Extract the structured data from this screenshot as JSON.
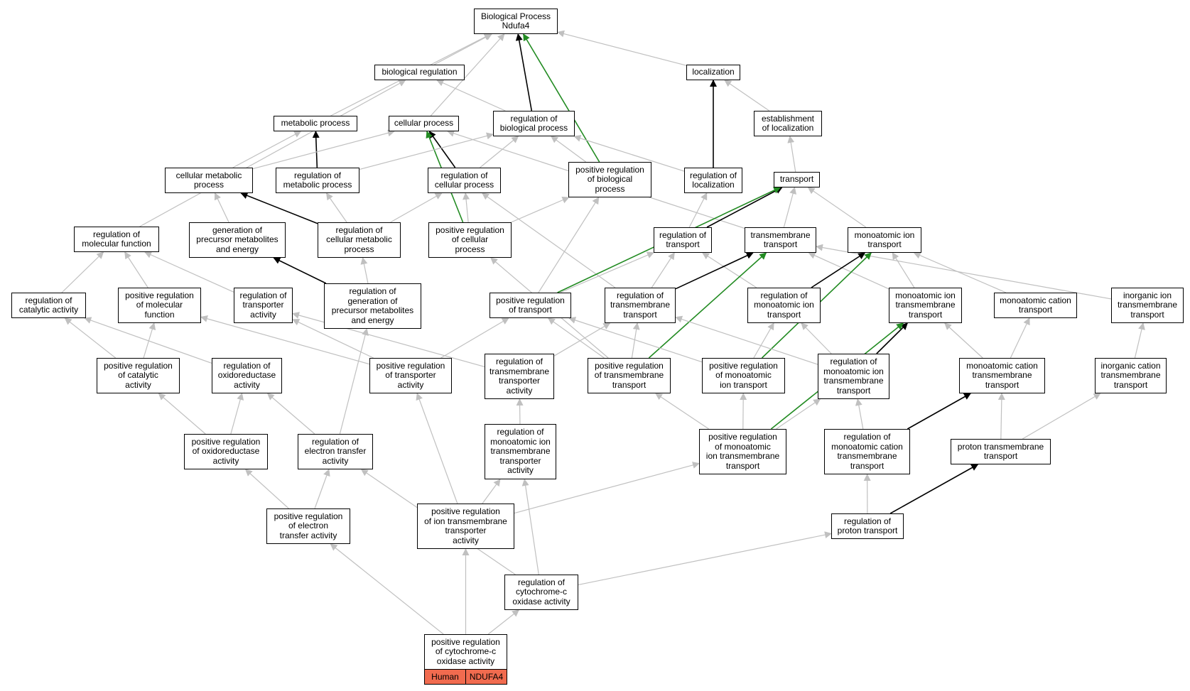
{
  "diagram": {
    "colors": {
      "edge_gray": "#c0c0c0",
      "edge_black": "#000000",
      "edge_green": "#228b22",
      "tag_fill": "#f16b4f"
    },
    "nodes": [
      {
        "id": "bp",
        "label": "Biological Process\nNdufa4"
      },
      {
        "id": "biolreg",
        "label": "biological regulation"
      },
      {
        "id": "localization",
        "label": "localization"
      },
      {
        "id": "metabolic",
        "label": "metabolic process"
      },
      {
        "id": "cellular",
        "label": "cellular process"
      },
      {
        "id": "regbio",
        "label": "regulation of\nbiological process"
      },
      {
        "id": "estloc",
        "label": "establishment\nof localization"
      },
      {
        "id": "cellmet",
        "label": "cellular metabolic\nprocess"
      },
      {
        "id": "regmet",
        "label": "regulation of\nmetabolic process"
      },
      {
        "id": "regcell",
        "label": "regulation of\ncellular process"
      },
      {
        "id": "posregbio",
        "label": "positive regulation\nof biological\nprocess"
      },
      {
        "id": "regloc",
        "label": "regulation of\nlocalization"
      },
      {
        "id": "transport",
        "label": "transport"
      },
      {
        "id": "regmolfn",
        "label": "regulation of\nmolecular function"
      },
      {
        "id": "genprec",
        "label": "generation of\nprecursor metabolites\nand energy"
      },
      {
        "id": "regcellmet",
        "label": "regulation of\ncellular metabolic\nprocess"
      },
      {
        "id": "posregcell",
        "label": "positive regulation\nof cellular\nprocess"
      },
      {
        "id": "regtransport",
        "label": "regulation of\ntransport"
      },
      {
        "id": "tmtransport",
        "label": "transmembrane\ntransport"
      },
      {
        "id": "moniontr",
        "label": "monoatomic ion\ntransport"
      },
      {
        "id": "regcat",
        "label": "regulation of\ncatalytic activity"
      },
      {
        "id": "posregmolfn",
        "label": "positive regulation\nof molecular\nfunction"
      },
      {
        "id": "regtrnact",
        "label": "regulation of\ntransporter\nactivity"
      },
      {
        "id": "reggenprec",
        "label": "regulation of\ngeneration of\nprecursor metabolites\nand energy"
      },
      {
        "id": "posregtr",
        "label": "positive regulation\nof transport"
      },
      {
        "id": "regtmtr",
        "label": "regulation of\ntransmembrane\ntransport"
      },
      {
        "id": "regmoniontr",
        "label": "regulation of\nmonoatomic ion\ntransport"
      },
      {
        "id": "moniontmtr",
        "label": "monoatomic ion\ntransmembrane\ntransport"
      },
      {
        "id": "moncattr",
        "label": "monoatomic cation\ntransport"
      },
      {
        "id": "inorgiontmtr",
        "label": "inorganic ion\ntransmembrane\ntransport"
      },
      {
        "id": "posregcat",
        "label": "positive regulation\nof catalytic\nactivity"
      },
      {
        "id": "regoxred",
        "label": "regulation of\noxidoreductase\nactivity"
      },
      {
        "id": "posregtrnact",
        "label": "positive regulation\nof transporter\nactivity"
      },
      {
        "id": "regtmtrnact",
        "label": "regulation of\ntransmembrane\ntransporter\nactivity"
      },
      {
        "id": "posregtmtr",
        "label": "positive regulation\nof transmembrane\ntransport"
      },
      {
        "id": "posregmoniontr",
        "label": "positive regulation\nof monoatomic\nion transport"
      },
      {
        "id": "regmoniontmtr",
        "label": "regulation of\nmonoatomic ion\ntransmembrane\ntransport"
      },
      {
        "id": "moncattmtr",
        "label": "monoatomic cation\ntransmembrane\ntransport"
      },
      {
        "id": "inorgcattmtr",
        "label": "inorganic cation\ntransmembrane\ntransport"
      },
      {
        "id": "posregoxred",
        "label": "positive regulation\nof oxidoreductase\nactivity"
      },
      {
        "id": "regelectr",
        "label": "regulation of\nelectron transfer\nactivity"
      },
      {
        "id": "regmontmtrnact",
        "label": "regulation of\nmonoatomic ion\ntransmembrane\ntransporter\nactivity"
      },
      {
        "id": "posregmoniontmtr",
        "label": "positive regulation\nof monoatomic\nion transmembrane\ntransport"
      },
      {
        "id": "regmoncattmtr",
        "label": "regulation of\nmonoatomic cation\ntransmembrane\ntransport"
      },
      {
        "id": "protontmtr",
        "label": "proton transmembrane\ntransport"
      },
      {
        "id": "posregelectr",
        "label": "positive regulation\nof electron\ntransfer activity"
      },
      {
        "id": "posregiontmtrnact",
        "label": "positive regulation\nof ion transmembrane\ntransporter\nactivity"
      },
      {
        "id": "regprotontr",
        "label": "regulation of\nproton transport"
      },
      {
        "id": "regcytc",
        "label": "regulation of\ncytochrome-c\noxidase activity"
      },
      {
        "id": "posregcytc",
        "label": "positive regulation\nof cytochrome-c\noxidase activity"
      }
    ],
    "tags": [
      {
        "node": "posregcytc",
        "species": "Human",
        "gene": "NDUFA4"
      }
    ],
    "edges": [
      {
        "from": "biolreg",
        "to": "bp",
        "color": "gray"
      },
      {
        "from": "localization",
        "to": "bp",
        "color": "gray"
      },
      {
        "from": "metabolic",
        "to": "bp",
        "color": "gray"
      },
      {
        "from": "cellular",
        "to": "bp",
        "color": "gray"
      },
      {
        "from": "regbio",
        "to": "bp",
        "color": "black"
      },
      {
        "from": "posregbio",
        "to": "bp",
        "color": "green"
      },
      {
        "from": "regbio",
        "to": "biolreg",
        "color": "gray"
      },
      {
        "from": "regmolfn",
        "to": "biolreg",
        "color": "gray"
      },
      {
        "from": "estloc",
        "to": "localization",
        "color": "gray"
      },
      {
        "from": "regloc",
        "to": "localization",
        "color": "black"
      },
      {
        "from": "regmet",
        "to": "metabolic",
        "color": "black"
      },
      {
        "from": "cellmet",
        "to": "metabolic",
        "color": "gray"
      },
      {
        "from": "cellmet",
        "to": "cellular",
        "color": "gray"
      },
      {
        "from": "regcell",
        "to": "cellular",
        "color": "black"
      },
      {
        "from": "posregcell",
        "to": "cellular",
        "color": "green"
      },
      {
        "from": "tmtransport",
        "to": "cellular",
        "color": "gray"
      },
      {
        "from": "regmet",
        "to": "regbio",
        "color": "gray"
      },
      {
        "from": "regcell",
        "to": "regbio",
        "color": "gray"
      },
      {
        "from": "posregbio",
        "to": "regbio",
        "color": "gray"
      },
      {
        "from": "regloc",
        "to": "regbio",
        "color": "gray"
      },
      {
        "from": "transport",
        "to": "estloc",
        "color": "gray"
      },
      {
        "from": "genprec",
        "to": "cellmet",
        "color": "gray"
      },
      {
        "from": "regcellmet",
        "to": "cellmet",
        "color": "black"
      },
      {
        "from": "regcellmet",
        "to": "regmet",
        "color": "gray"
      },
      {
        "from": "regcellmet",
        "to": "regcell",
        "color": "gray"
      },
      {
        "from": "posregcell",
        "to": "regcell",
        "color": "gray"
      },
      {
        "from": "regtmtr",
        "to": "regcell",
        "color": "gray"
      },
      {
        "from": "posregcell",
        "to": "posregbio",
        "color": "gray"
      },
      {
        "from": "posregtr",
        "to": "posregbio",
        "color": "gray"
      },
      {
        "from": "regtransport",
        "to": "regloc",
        "color": "gray"
      },
      {
        "from": "regtransport",
        "to": "transport",
        "color": "black"
      },
      {
        "from": "tmtransport",
        "to": "transport",
        "color": "gray"
      },
      {
        "from": "moniontr",
        "to": "transport",
        "color": "gray"
      },
      {
        "from": "posregtr",
        "to": "transport",
        "color": "green"
      },
      {
        "from": "regcat",
        "to": "regmolfn",
        "color": "gray"
      },
      {
        "from": "posregmolfn",
        "to": "regmolfn",
        "color": "gray"
      },
      {
        "from": "regtrnact",
        "to": "regmolfn",
        "color": "gray"
      },
      {
        "from": "reggenprec",
        "to": "genprec",
        "color": "black"
      },
      {
        "from": "reggenprec",
        "to": "regcellmet",
        "color": "gray"
      },
      {
        "from": "posregtmtr",
        "to": "posregcell",
        "color": "gray"
      },
      {
        "from": "posregtr",
        "to": "regtransport",
        "color": "gray"
      },
      {
        "from": "regtmtr",
        "to": "regtransport",
        "color": "gray"
      },
      {
        "from": "regmoniontr",
        "to": "regtransport",
        "color": "gray"
      },
      {
        "from": "regtmtr",
        "to": "tmtransport",
        "color": "black"
      },
      {
        "from": "moniontmtr",
        "to": "tmtransport",
        "color": "gray"
      },
      {
        "from": "inorgiontmtr",
        "to": "tmtransport",
        "color": "gray"
      },
      {
        "from": "posregtmtr",
        "to": "tmtransport",
        "color": "green"
      },
      {
        "from": "regmoniontr",
        "to": "moniontr",
        "color": "black"
      },
      {
        "from": "moniontmtr",
        "to": "moniontr",
        "color": "gray"
      },
      {
        "from": "moncattr",
        "to": "moniontr",
        "color": "gray"
      },
      {
        "from": "posregmoniontr",
        "to": "moniontr",
        "color": "green"
      },
      {
        "from": "posregcat",
        "to": "regcat",
        "color": "gray"
      },
      {
        "from": "regoxred",
        "to": "regcat",
        "color": "gray"
      },
      {
        "from": "posregcat",
        "to": "posregmolfn",
        "color": "gray"
      },
      {
        "from": "posregtrnact",
        "to": "posregmolfn",
        "color": "gray"
      },
      {
        "from": "posregtrnact",
        "to": "regtrnact",
        "color": "gray"
      },
      {
        "from": "regtmtrnact",
        "to": "regtrnact",
        "color": "gray"
      },
      {
        "from": "regelectr",
        "to": "reggenprec",
        "color": "gray"
      },
      {
        "from": "posregtrnact",
        "to": "posregtr",
        "color": "gray"
      },
      {
        "from": "posregtmtr",
        "to": "posregtr",
        "color": "gray"
      },
      {
        "from": "posregmoniontr",
        "to": "posregtr",
        "color": "gray"
      },
      {
        "from": "regtmtrnact",
        "to": "regtmtr",
        "color": "gray"
      },
      {
        "from": "posregtmtr",
        "to": "regtmtr",
        "color": "gray"
      },
      {
        "from": "regmoniontmtr",
        "to": "regtmtr",
        "color": "gray"
      },
      {
        "from": "posregmoniontr",
        "to": "regmoniontr",
        "color": "gray"
      },
      {
        "from": "regmoniontmtr",
        "to": "regmoniontr",
        "color": "gray"
      },
      {
        "from": "regmoniontmtr",
        "to": "moniontmtr",
        "color": "black"
      },
      {
        "from": "moncattmtr",
        "to": "moniontmtr",
        "color": "gray"
      },
      {
        "from": "posregmoniontmtr",
        "to": "moniontmtr",
        "color": "green"
      },
      {
        "from": "moncattmtr",
        "to": "moncattr",
        "color": "gray"
      },
      {
        "from": "inorgcattmtr",
        "to": "inorgiontmtr",
        "color": "gray"
      },
      {
        "from": "posregoxred",
        "to": "posregcat",
        "color": "gray"
      },
      {
        "from": "posregoxred",
        "to": "regoxred",
        "color": "gray"
      },
      {
        "from": "regelectr",
        "to": "regoxred",
        "color": "gray"
      },
      {
        "from": "posregiontmtrnact",
        "to": "posregtrnact",
        "color": "gray"
      },
      {
        "from": "regmontmtrnact",
        "to": "regtmtrnact",
        "color": "gray"
      },
      {
        "from": "posregmoniontmtr",
        "to": "posregtmtr",
        "color": "gray"
      },
      {
        "from": "posregmoniontmtr",
        "to": "posregmoniontr",
        "color": "gray"
      },
      {
        "from": "posregmoniontmtr",
        "to": "regmoniontmtr",
        "color": "gray"
      },
      {
        "from": "regmoncattmtr",
        "to": "regmoniontmtr",
        "color": "gray"
      },
      {
        "from": "regmoncattmtr",
        "to": "moncattmtr",
        "color": "black"
      },
      {
        "from": "protontmtr",
        "to": "moncattmtr",
        "color": "gray"
      },
      {
        "from": "protontmtr",
        "to": "inorgcattmtr",
        "color": "gray"
      },
      {
        "from": "posregelectr",
        "to": "posregoxred",
        "color": "gray"
      },
      {
        "from": "posregelectr",
        "to": "regelectr",
        "color": "gray"
      },
      {
        "from": "regcytc",
        "to": "regelectr",
        "color": "gray"
      },
      {
        "from": "posregiontmtrnact",
        "to": "regmontmtrnact",
        "color": "gray"
      },
      {
        "from": "regcytc",
        "to": "regmontmtrnact",
        "color": "gray"
      },
      {
        "from": "posregiontmtrnact",
        "to": "posregmoniontmtr",
        "color": "gray"
      },
      {
        "from": "regprotontr",
        "to": "regmoncattmtr",
        "color": "gray"
      },
      {
        "from": "regprotontr",
        "to": "protontmtr",
        "color": "black"
      },
      {
        "from": "regcytc",
        "to": "regprotontr",
        "color": "gray"
      },
      {
        "from": "posregcytc",
        "to": "posregelectr",
        "color": "gray"
      },
      {
        "from": "posregcytc",
        "to": "posregiontmtrnact",
        "color": "gray"
      },
      {
        "from": "posregcytc",
        "to": "regcytc",
        "color": "gray"
      }
    ]
  }
}
